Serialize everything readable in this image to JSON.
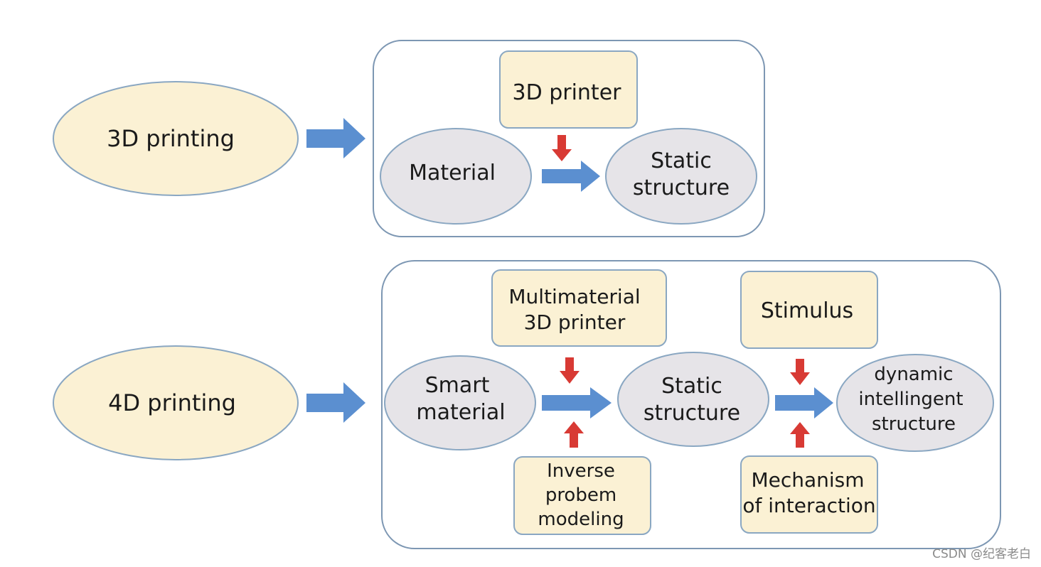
{
  "colors": {
    "yellow_fill": "#fbf1d4",
    "gray_fill": "#e6e4e8",
    "outline": "#8aa7c2",
    "frame": "#7d97b3",
    "blue_arrow": "#5b8fd0",
    "red_arrow": "#d83a34"
  },
  "row_3d": {
    "process": "3D printing",
    "printer": "3D printer",
    "material": "Material",
    "result_line1": "Static",
    "result_line2": "structure"
  },
  "row_4d": {
    "process": "4D printing",
    "printer_line1": "Multimaterial",
    "printer_line2": "3D printer",
    "material_line1": "Smart",
    "material_line2": "material",
    "modeling_line1": "Inverse",
    "modeling_line2": "probem",
    "modeling_line3": "modeling",
    "static_line1": "Static",
    "static_line2": "structure",
    "stimulus": "Stimulus",
    "mechanism_line1": "Mechanism",
    "mechanism_line2": "of interaction",
    "dynamic_line1": "dynamic",
    "dynamic_line2": "intellingent",
    "dynamic_line3": "structure"
  },
  "watermark": "CSDN @纪客老白"
}
